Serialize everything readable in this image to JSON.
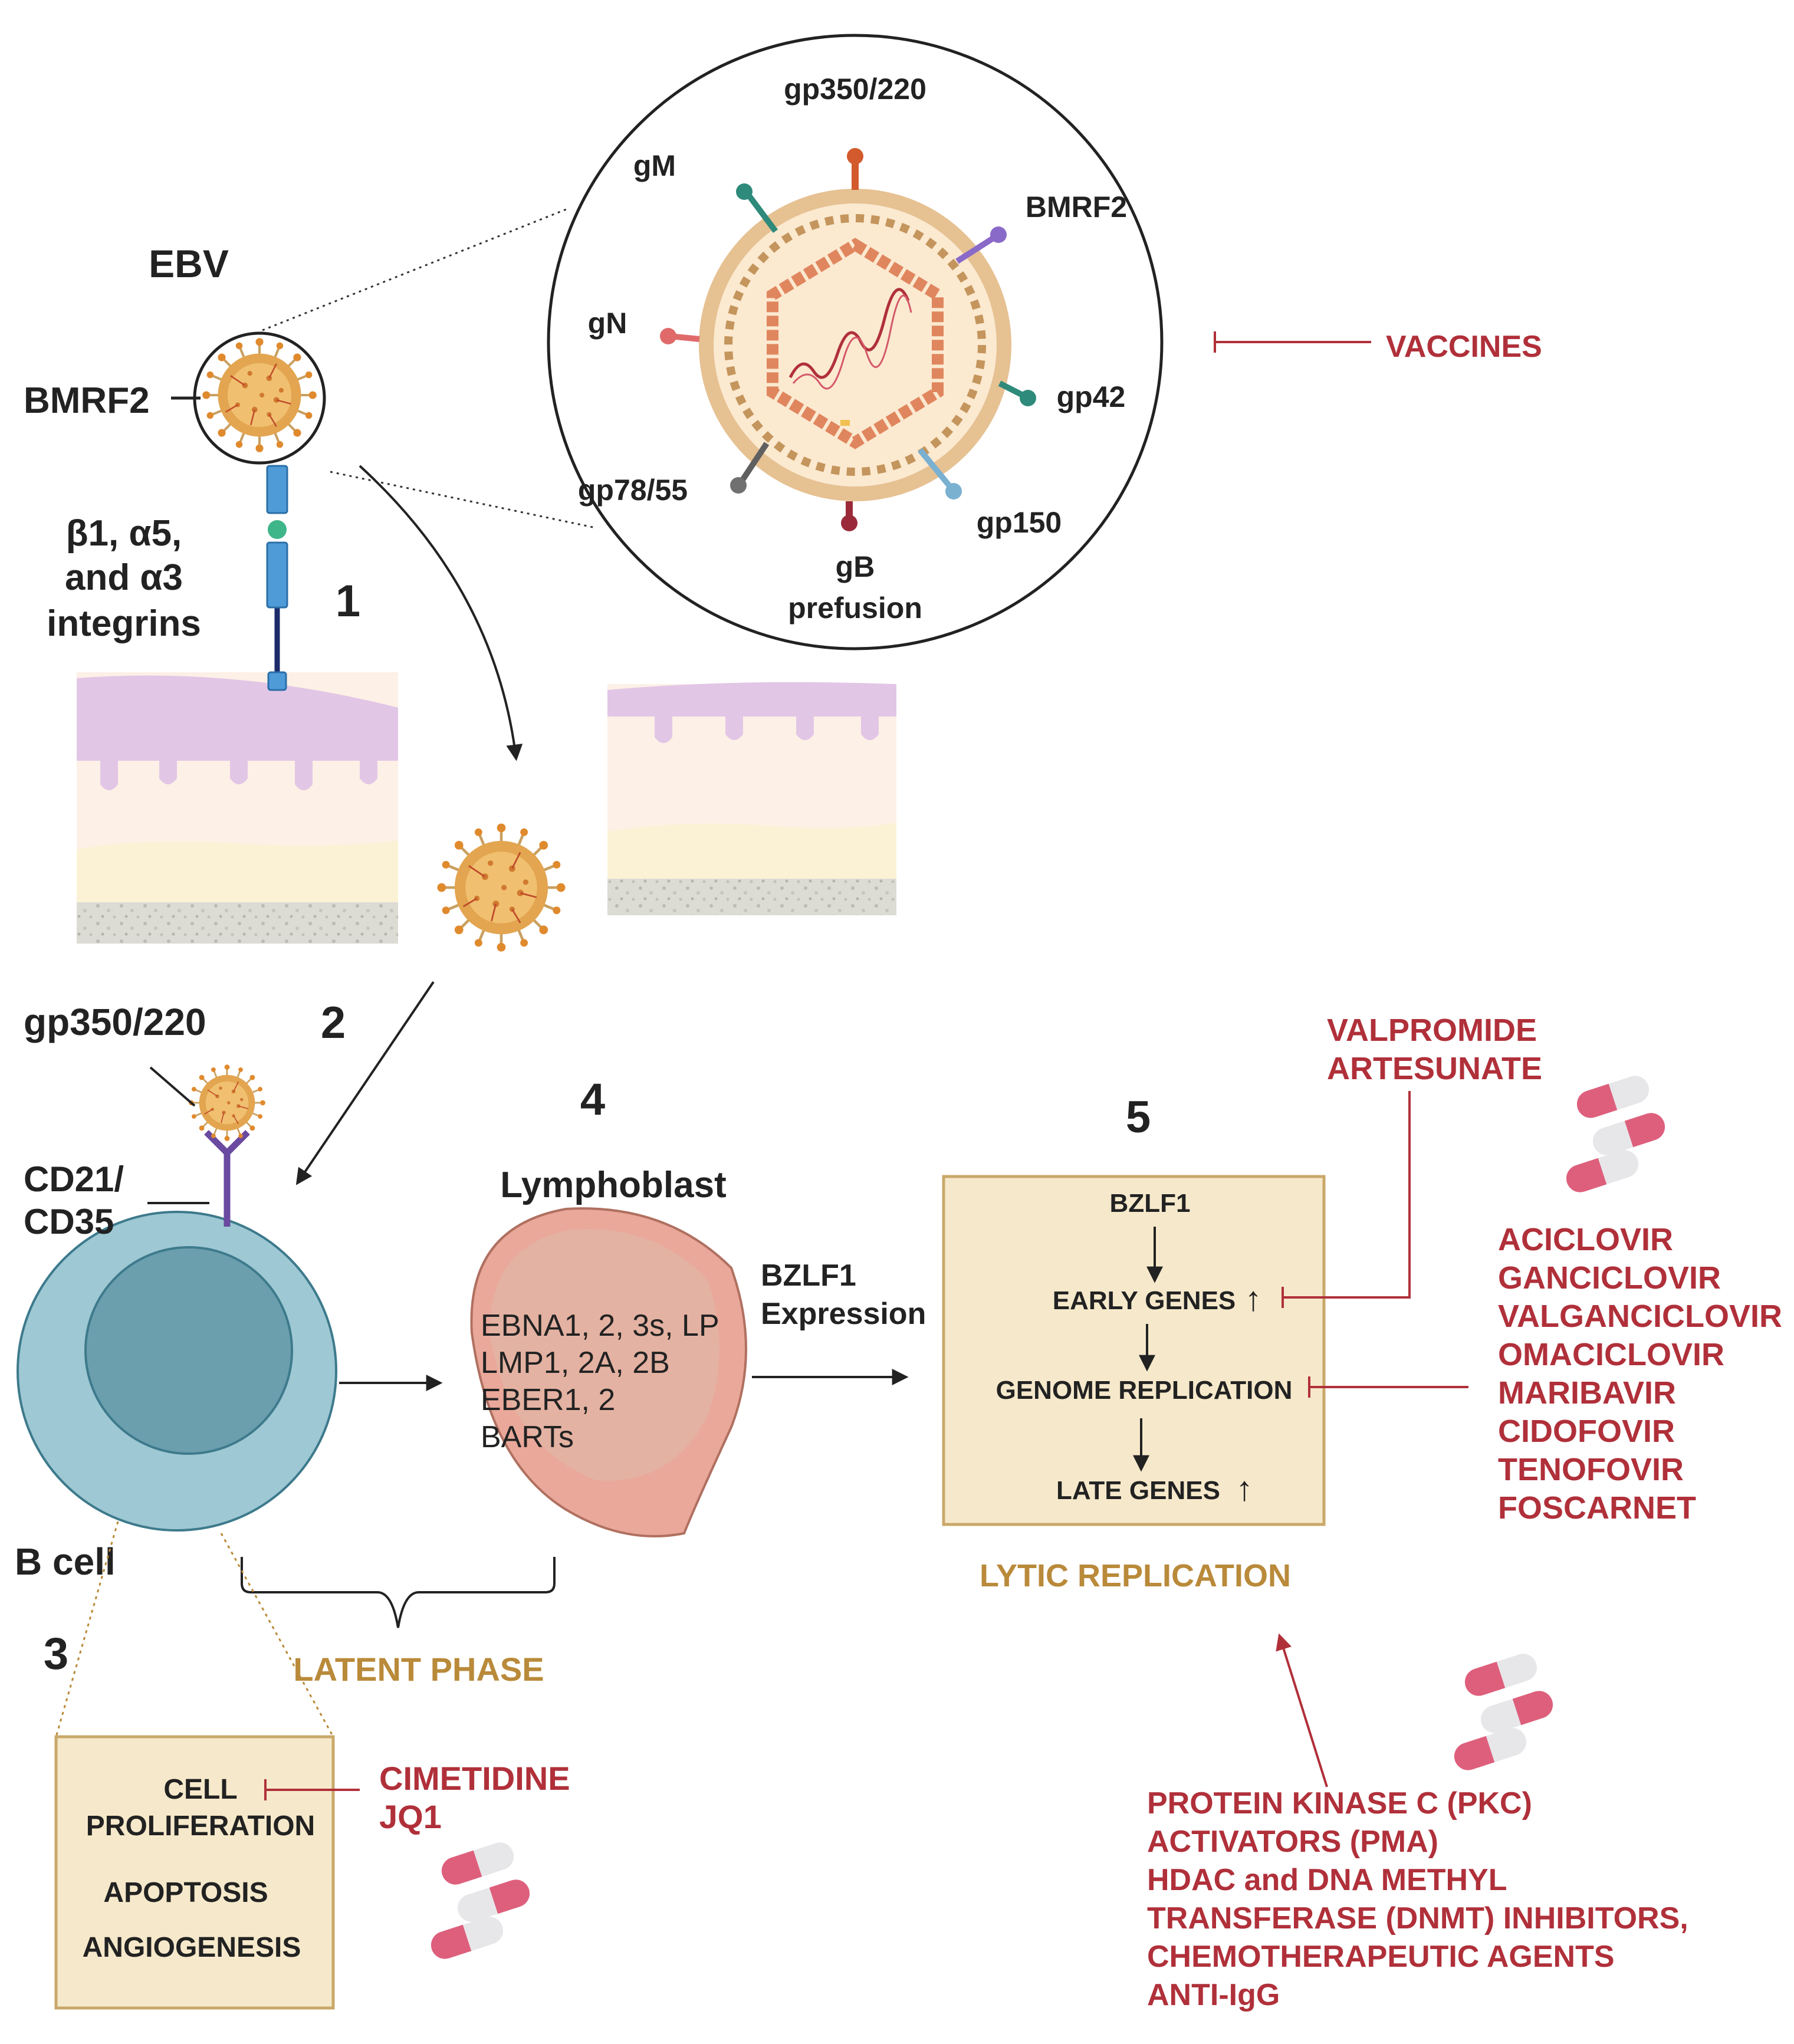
{
  "colors": {
    "red": "#b0303a",
    "gold": "#b98a3a",
    "black": "#222222",
    "box_fill": "#f6e9cb",
    "box_stroke": "#c9a86a",
    "cell_outer": "#9ec8d3",
    "cell_inner": "#6b9fae",
    "lymphoblast": "#e9a89a",
    "skin_pink": "#e2c6e6",
    "skin_cream": "#fdf0e6"
  },
  "virus": {
    "title": "EBV",
    "bmrf2_label": "BMRF2",
    "integrins_lines": [
      "β1, α5,",
      "and α3",
      "integrins"
    ],
    "zoom_labels": {
      "gp350": "gp350/220",
      "gM": "gM",
      "bmrf2": "BMRF2",
      "gN": "gN",
      "gp42": "gp42",
      "gp78": "gp78/55",
      "gp150": "gp150",
      "gB": [
        "gB",
        "prefusion"
      ]
    },
    "vaccines": "VACCINES"
  },
  "steps": {
    "s1": "1",
    "s2": "2",
    "s3": "3",
    "s4": "4",
    "s5": "5"
  },
  "bcell": {
    "gp350_label": "gp350/220",
    "receptor_lines": [
      "CD21/",
      "CD35"
    ],
    "label": "B cell"
  },
  "lymphoblast": {
    "title": "Lymphoblast",
    "genes": [
      "EBNA1, 2, 3s, LP",
      "LMP1, 2A, 2B",
      "EBER1, 2",
      "BARTs"
    ]
  },
  "latent_phase": "LATENT PHASE",
  "bzlf1_expression": [
    "BZLF1",
    "Expression"
  ],
  "lytic": {
    "bzlf1": "BZLF1",
    "early": "EARLY GENES",
    "genome": "GENOME REPLICATION",
    "late": "LATE GENES",
    "up_arrow": "↑",
    "caption": "LYTIC REPLICATION"
  },
  "drugs_top": [
    "VALPROMIDE",
    "ARTESUNATE"
  ],
  "drugs_antiviral": [
    "ACICLOVIR",
    "GANCICLOVIR",
    "VALGANCICLOVIR",
    "OMACICLOVIR",
    "MARIBAVIR",
    "CIDOFOVIR",
    "TENOFOVIR",
    "FOSCARNET"
  ],
  "process_box": {
    "cell": "CELL",
    "proliferation": "PROLIFERATION",
    "apoptosis": "APOPTOSIS",
    "angiogenesis": "ANGIOGENESIS"
  },
  "drugs_cell": [
    "CIMETIDINE",
    "JQ1"
  ],
  "inducers": [
    "PROTEIN KINASE C (PKC)",
    "ACTIVATORS (PMA)",
    "HDAC and DNA METHYL",
    "TRANSFERASE (DNMT) INHIBITORS,",
    "CHEMOTHERAPEUTIC AGENTS",
    "ANTI-IgG"
  ]
}
